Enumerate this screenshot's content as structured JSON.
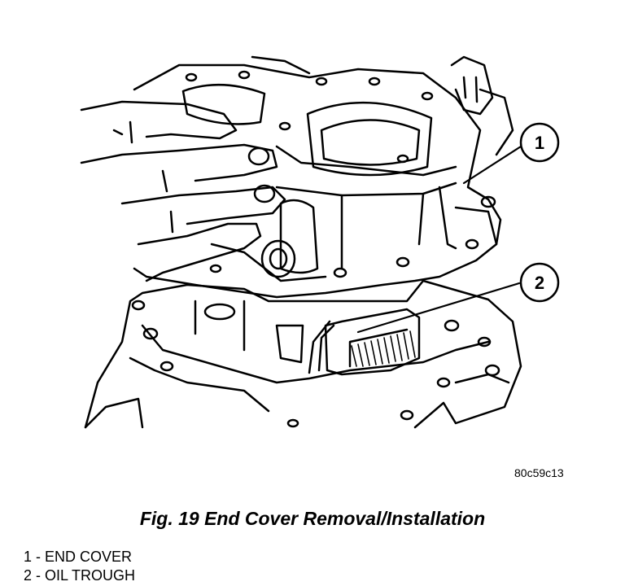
{
  "figure": {
    "image_code": "80c59c13",
    "caption": "Fig. 19 End Cover Removal/Installation",
    "callouts": [
      {
        "number": "1"
      },
      {
        "number": "2"
      }
    ],
    "legend": [
      {
        "number": "1",
        "text": " - END COVER"
      },
      {
        "number": "2",
        "text": " - OIL TROUGH"
      }
    ]
  }
}
